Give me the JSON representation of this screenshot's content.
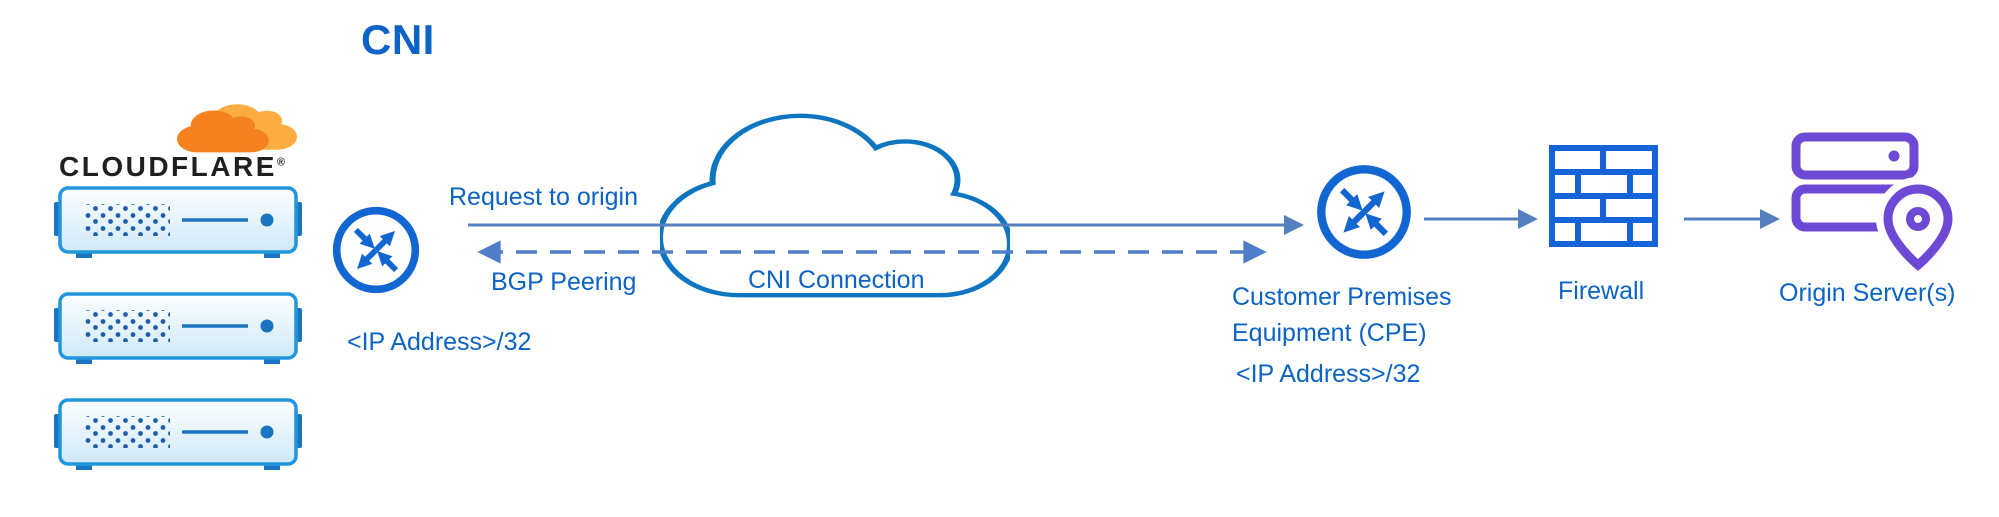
{
  "title": "CNI",
  "cloudflare": {
    "logo_text": "CLOUDFLARE",
    "trademark": "®"
  },
  "labels": {
    "request_to_origin": "Request to origin",
    "bgp_peering": "BGP Peering",
    "left_ip": "<IP Address>/32",
    "cni_connection": "CNI Connection",
    "cpe_line1": "Customer Premises",
    "cpe_line2": "Equipment (CPE)",
    "cpe_ip": "<IP Address>/32",
    "firewall": "Firewall",
    "origin": "Origin Server(s)"
  },
  "icons": {
    "cloudflare_cloud": "orange-cloud-logo",
    "server_stack": "three-rack-servers",
    "router_left": "router-crossing-arrows",
    "router_cpe": "router-crossing-arrows",
    "cni_cloud": "network-cloud-outline",
    "firewall": "brick-wall",
    "origin_servers": "server-bars-with-location-pin"
  },
  "connectors": {
    "request_arrow": "solid-right-arrow",
    "bgp_arrow": "dashed-double-arrow",
    "cpe_to_firewall": "solid-right-arrow",
    "firewall_to_origin": "solid-right-arrow"
  },
  "colors": {
    "accent_blue": "#1266d2",
    "text_blue": "#0b63c5",
    "connector_blue": "#5580be",
    "dashed_blue": "#4f7ec9",
    "cloud_stroke": "#0e76c0",
    "server_border": "#2196dd",
    "server_dark": "#1b74c2",
    "dot_blue": "#1e5fa8",
    "purple": "#6d49d6",
    "orange": "#f6821f",
    "orange_light": "#fbad41",
    "logo_text_color": "#1f1f1f"
  }
}
